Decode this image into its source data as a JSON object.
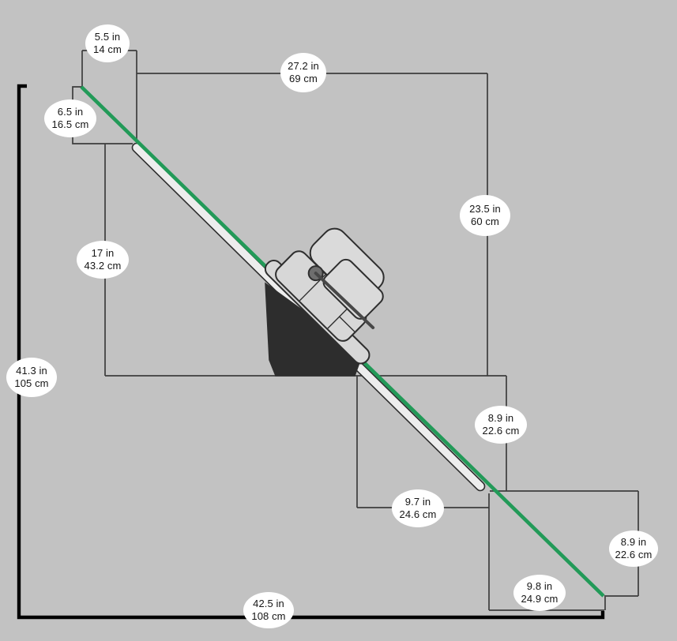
{
  "diagram": {
    "kind": "stairlift-dimension-diagram",
    "units": [
      "in",
      "cm"
    ],
    "colors": {
      "background": "#c2c2c2",
      "rail_accent_green": "#229a58",
      "badge_background": "#ffffff",
      "badge_text": "#161616",
      "dimension_line": "#3d3d3d",
      "overall_dimension_line": "#000000",
      "device_light": "#d7d7d7",
      "device_dark_base": "#2d2d2d"
    }
  },
  "labels": [
    {
      "in": "5.5 in",
      "cm": "14 cm"
    },
    {
      "in": "27.2 in",
      "cm": "69 cm"
    },
    {
      "in": "6.5 in",
      "cm": "16.5 cm"
    },
    {
      "in": "23.5 in",
      "cm": "60 cm"
    },
    {
      "in": "17 in",
      "cm": "43.2 cm"
    },
    {
      "in": "41.3 in",
      "cm": "105 cm"
    },
    {
      "in": "8.9 in",
      "cm": "22.6 cm"
    },
    {
      "in": "9.7 in",
      "cm": "24.6 cm"
    },
    {
      "in": "8.9 in",
      "cm": "22.6 cm"
    },
    {
      "in": "9.8 in",
      "cm": "24.9 cm"
    },
    {
      "in": "42.5 in",
      "cm": "108 cm"
    }
  ]
}
